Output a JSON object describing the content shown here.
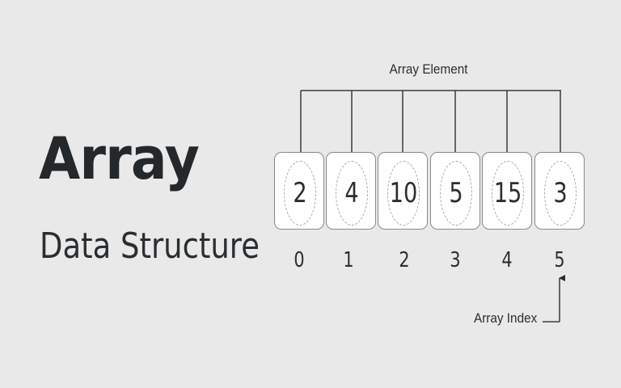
{
  "title": "Array",
  "subtitle": "Data Structure",
  "diagram": {
    "element_label": "Array Element",
    "index_label": "Array Index",
    "elements": [
      "2",
      "4",
      "10",
      "5",
      "15",
      "3"
    ],
    "indices": [
      "0",
      "1",
      "2",
      "3",
      "4",
      "5"
    ]
  },
  "colors": {
    "background": "#e9e9e9",
    "text": "#2b2e31",
    "box_fill": "#ffffff",
    "box_border": "#8a8a8a",
    "line": "#3a3a3a"
  }
}
